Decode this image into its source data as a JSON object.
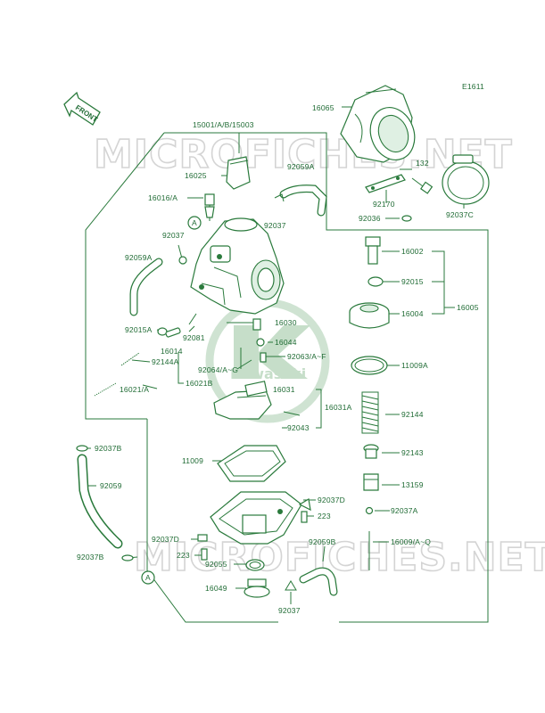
{
  "diagram": {
    "code": "E1611",
    "front_label": "FRONT",
    "logo_text": "Kawasaki",
    "watermark_top": "MICROFICHES.NET",
    "watermark_bottom": "MICROFICHES.NET",
    "ref_marker": "A",
    "part_labels": {
      "p15001": "15001/A/B/15003",
      "p16065": "16065",
      "p16025": "16025",
      "p92059A_top": "92059A",
      "p132": "132",
      "p16016A": "16016/A",
      "p92170": "92170",
      "p92037_top": "92037",
      "p92036": "92036",
      "p92037C": "92037C",
      "p92037_mid": "92037",
      "p92059A_left": "92059A",
      "p16002": "16002",
      "p92015": "92015",
      "p16004": "16004",
      "p16005": "16005",
      "p16030": "16030",
      "p92015A": "92015A",
      "p16044": "16044",
      "p16014": "16014",
      "p92081": "92081",
      "p92063F": "92063/A~F",
      "p92064G": "92064/A~G",
      "p92144A": "92144A",
      "p11009A": "11009A",
      "p16021A": "16021/A",
      "p16021B": "16021B",
      "p16031": "16031",
      "p16031A": "16031A",
      "p92144": "92144",
      "p92043": "92043",
      "p92037B_top": "92037B",
      "p92143": "92143",
      "p11009": "11009",
      "p13159": "13159",
      "p92059": "92059",
      "p92037D_right": "92037D",
      "p92037A": "92037A",
      "p223_right": "223",
      "p92037D_left": "92037D",
      "p92059B": "92059B",
      "p16009": "16009/A~Q",
      "p92037B_bottom": "92037B",
      "p223_left": "223",
      "p92055": "92055",
      "p16049": "16049",
      "p92037_bottom": "92037"
    }
  }
}
